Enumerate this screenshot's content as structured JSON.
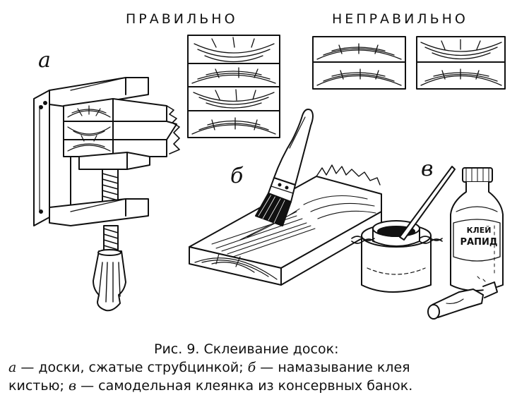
{
  "headers": {
    "correct": "ПРАВИЛЬНО",
    "incorrect": "НЕПРАВИЛЬНО"
  },
  "panels": {
    "a": {
      "letter": "а"
    },
    "b": {
      "letter": "б"
    },
    "v": {
      "letter": "в"
    }
  },
  "bottle": {
    "label_line1": "КЛЕЙ",
    "label_line2": "РАПИД"
  },
  "caption": {
    "title": "Рис. 9. Склеивание досок:",
    "a_letter": "а",
    "a_text": " — доски, сжатые струбцинкой; ",
    "b_letter": "б",
    "b_text": " — намазывание клея",
    "line3_start": "кистью; ",
    "v_letter": "в",
    "v_text": " — самодельная клеянка из консервных банок."
  },
  "colors": {
    "ink": "#111111",
    "paper": "#ffffff"
  }
}
